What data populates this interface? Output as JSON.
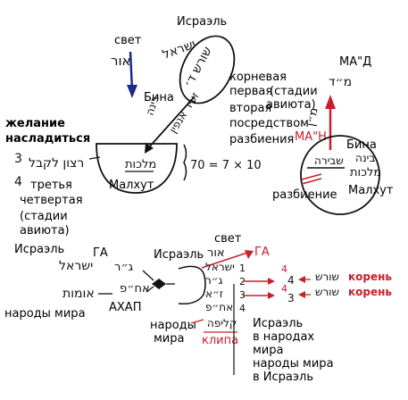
{
  "colors": {
    "ink": "#111111",
    "accent_red": "#c8202a",
    "arrow_blue": "#1a2a8a",
    "background": "#ffffff"
  },
  "top_left": {
    "svet": "свет",
    "or": "אור",
    "israel": "Исраэль",
    "israel_heb": "ישראל",
    "shoresh_heb": "שורש ד׳",
    "koren_lines": [
      "корневая",
      "первая"
    ],
    "stages": [
      "(стадии",
      "авиюта)"
    ],
    "binah": "Бина",
    "binah_heb": "בינה",
    "second_lines": [
      "вторая",
      "посредством",
      "разбиения"
    ],
    "zeir_heb": "זעיר אנפין",
    "malkhut_heb": "מלכות",
    "malkhut": "Малхут",
    "formula": "70 = 7 × 10",
    "desire_lines": [
      "желание",
      "насладиться"
    ],
    "desire_heb": "רצון לקבל",
    "third_lines": [
      "третья",
      "четвертая"
    ],
    "third_stages": [
      "(стадии",
      "авиюта)"
    ],
    "num_3": "3",
    "num_4": "4"
  },
  "top_right": {
    "mad": "МА\"Д",
    "mad_heb": "מ״ד",
    "man": "МА\"Н",
    "man_heb": "מ״ן",
    "binah": "Бина",
    "binah_heb": "בינה",
    "malkhut_heb": "מלכות",
    "malkhut": "Малхут",
    "shvira_heb": "שבירה",
    "shvira": "разбиение"
  },
  "bottom": {
    "israel": "Исраэль",
    "israel_heb": "ישראל",
    "ga": "ГА",
    "ga_heb": "ג״ר",
    "nations": "народы мира",
    "nations_heb": "אומות",
    "akhap": "АХАП",
    "akhap_heb": "אח״פ",
    "svet": "свет",
    "or_heb": "אור",
    "israel2": "Исраэль",
    "ga2": "ГА",
    "nations2_lines": [
      "народы",
      "мира"
    ],
    "klipa": "клипа",
    "klipa_heb": "קליפה",
    "israel_in_nations": [
      "Исраэль",
      "в народах",
      "мира"
    ],
    "nations_in_israel": [
      "народы мира",
      "в Исраэль"
    ],
    "koren1": "корень",
    "koren2": "корень",
    "shoresh_heb": "שורש",
    "num_4a": "4",
    "num_4b": "4",
    "rows": [
      "ישראל",
      "ג״ר",
      "ז״א",
      "אח״פ"
    ],
    "nums": [
      "1",
      "2",
      "3",
      "4"
    ]
  }
}
